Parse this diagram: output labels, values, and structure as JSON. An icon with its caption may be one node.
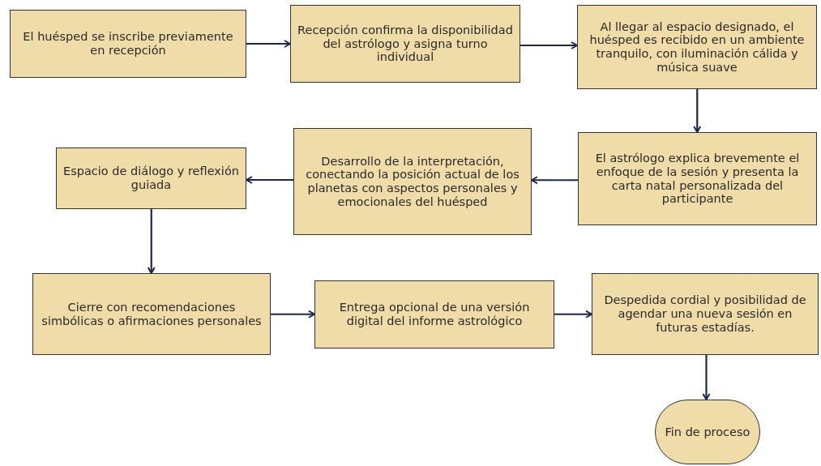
{
  "diagram": {
    "nodes": [
      {
        "text": [
          "El huésped se inscribe previamente en recepción"
        ]
      },
      {
        "text": [
          "Recepción confirma la disponibilidad del astrólogo y asigna turno individual"
        ]
      },
      {
        "text": [
          "Al llegar al espacio designado, el huésped es recibido en un ambiente tranquilo, con iluminación cálida y música suave"
        ]
      },
      {
        "text": [
          "El astrólogo explica brevemente el enfoque de la sesión y presenta la carta natal personalizada del participante"
        ]
      },
      {
        "text": [
          "Desarrollo de la interpretación, conectando la posición actual de los planetas con aspectos personales y emocionales del huésped"
        ]
      },
      {
        "text": [
          "Espacio de diálogo y reflexión guiada"
        ]
      },
      {
        "text": [
          "Cierre con recomendaciones simbólicas o afirmaciones personales"
        ]
      },
      {
        "text": [
          "Entrega opcional de una versión digital del informe astrológico"
        ]
      },
      {
        "text": [
          "Despedida cordial y posibilidad de agendar una nueva sesión en futuras estadías."
        ]
      },
      {
        "text": [
          "Fin de proceso"
        ]
      }
    ],
    "edges": [
      {
        "from": 0,
        "to": 1,
        "arrow": "to"
      },
      {
        "from": 1,
        "to": 2,
        "arrow": "to"
      },
      {
        "from": 2,
        "to": 3,
        "arrow": "to"
      },
      {
        "from": 3,
        "to": 4,
        "arrow": "to"
      },
      {
        "from": 4,
        "to": 5,
        "arrow": "to"
      },
      {
        "from": 5,
        "to": 6,
        "arrow": "to"
      },
      {
        "from": 6,
        "to": 7,
        "arrow": "to"
      },
      {
        "from": 7,
        "to": 8,
        "arrow": "to"
      },
      {
        "from": 8,
        "to": 9,
        "arrow": "to"
      }
    ]
  }
}
